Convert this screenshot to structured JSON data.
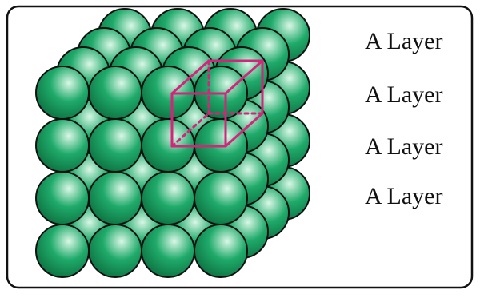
{
  "figure": {
    "kind": "simple cubic packing of spheres with unit cell",
    "sphere_color": "#1faa6a",
    "sphere_highlight": "#d9f7e6",
    "sphere_shadow": "#0b6b3b",
    "outline_color": "#111111",
    "unit_cell_color": "#d6237c",
    "layer_labels": [
      "A Layer",
      "A Layer",
      "A Layer",
      "A Layer"
    ]
  }
}
